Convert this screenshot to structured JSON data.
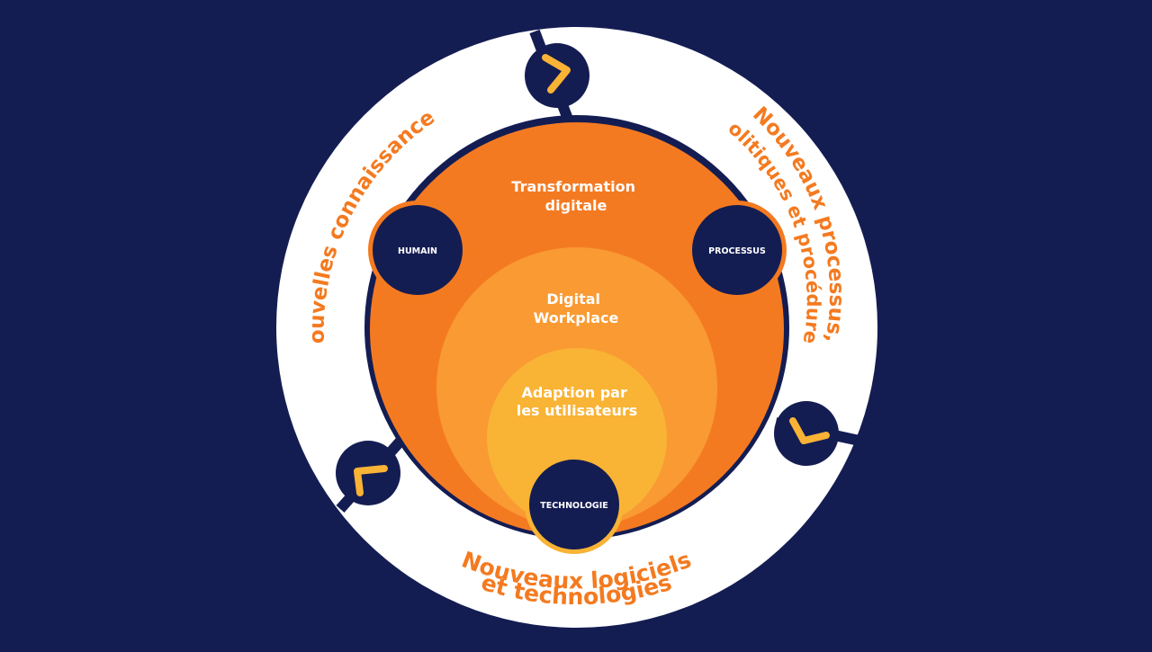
{
  "colors": {
    "background": "#141d52",
    "ring": "#ffffff",
    "navy": "#141d52",
    "orange_dark": "#f47a22",
    "orange_mid": "#f99a33",
    "orange_light": "#f9b335",
    "accent_orange": "#f47a20",
    "accent_yellow": "#f9b335"
  },
  "inner": {
    "outer_circle": [
      "Transformation",
      "digitale"
    ],
    "middle_circle": [
      "Digital",
      "Workplace"
    ],
    "inner_circle": [
      "Adaption par",
      "les utilisateurs"
    ]
  },
  "nodes": {
    "humain": "HUMAIN",
    "processus": "PROCESSUS",
    "technologie": "TECHNOLOGIE"
  },
  "ring_labels": {
    "left": "Nouvelles connaissances",
    "right_line1": "Nouveaux processus,",
    "right_line2": "politiques et procédures",
    "bottom_line1": "Nouveaux logiciels",
    "bottom_line2": "et technologies"
  },
  "arrows": [
    "chevron-right-icon",
    "chevron-down-icon",
    "chevron-up-right-icon"
  ]
}
